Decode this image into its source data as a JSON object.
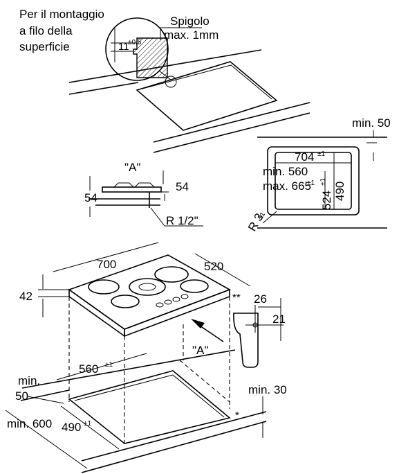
{
  "detail": {
    "mounting_note": [
      "Per il montaggio",
      "a filo della",
      "superficie"
    ],
    "edge_label": "Spigolo",
    "edge_max": "max. 1mm",
    "depth_value": "11",
    "depth_tol": "±0,5"
  },
  "section_a": {
    "title": "\"A\"",
    "dim_right": "54",
    "dim_left": "54",
    "thread": "R 1/2\""
  },
  "cutout_plan": {
    "top_clearance": "min. 50",
    "width": "704",
    "width_tol": "±1",
    "min_width": "min. 560",
    "max_width": "max. 665",
    "max_width_tol": "±1",
    "depth_outer": "524",
    "depth_outer_tol": "±1",
    "depth_inner": "490",
    "radius": "R 3",
    "radius_tol": "±1"
  },
  "hob": {
    "width": "700",
    "depth": "520",
    "height": "42",
    "double_star": "**",
    "bracket_w": "26",
    "bracket_h": "21",
    "view_a": "\"A\""
  },
  "install": {
    "cut_width": "560",
    "cut_width_tol": "±1",
    "cut_depth": "490",
    "cut_depth_tol": "±1",
    "left_min": "min.",
    "left_value": "50",
    "front_min": "min. 600",
    "wall_clear": "min. 30",
    "star": "*"
  }
}
